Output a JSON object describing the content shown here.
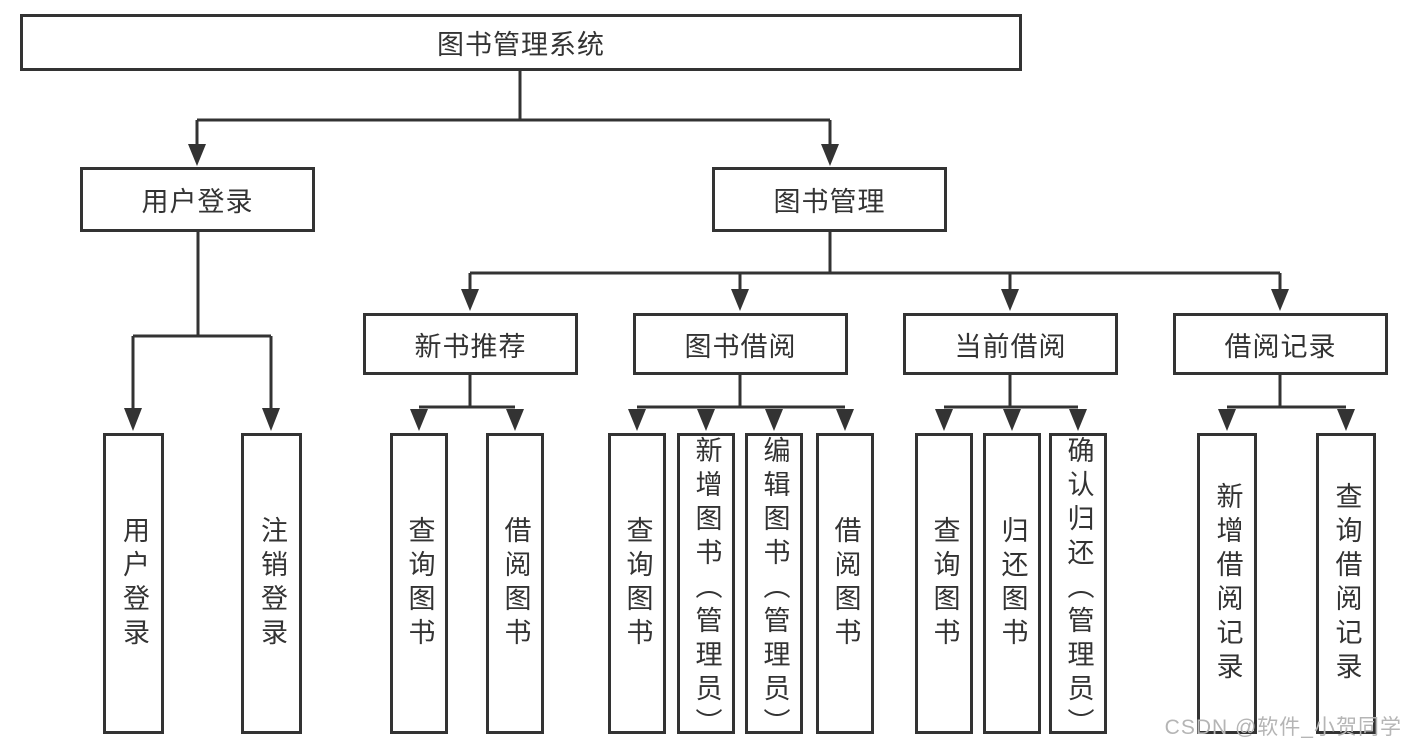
{
  "diagram": {
    "root": {
      "label": "图书管理系统"
    },
    "level2": [
      {
        "label": "用户登录"
      },
      {
        "label": "图书管理"
      }
    ],
    "level3": [
      {
        "label": "新书推荐",
        "parent": "图书管理"
      },
      {
        "label": "图书借阅",
        "parent": "图书管理"
      },
      {
        "label": "当前借阅",
        "parent": "图书管理"
      },
      {
        "label": "借阅记录",
        "parent": "图书管理"
      }
    ],
    "leaves": [
      {
        "label": "用户登录",
        "parent": "用户登录"
      },
      {
        "label": "注销登录",
        "parent": "用户登录"
      },
      {
        "label": "查询图书",
        "parent": "新书推荐"
      },
      {
        "label": "借阅图书",
        "parent": "新书推荐"
      },
      {
        "label": "查询图书",
        "parent": "图书借阅"
      },
      {
        "label": "新增图书（管理员）",
        "parent": "图书借阅"
      },
      {
        "label": "编辑图书（管理员）",
        "parent": "图书借阅"
      },
      {
        "label": "借阅图书",
        "parent": "图书借阅"
      },
      {
        "label": "查询图书",
        "parent": "当前借阅"
      },
      {
        "label": "归还图书",
        "parent": "当前借阅"
      },
      {
        "label": "确认归还（管理员）",
        "parent": "当前借阅"
      },
      {
        "label": "新增借阅记录",
        "parent": "借阅记录"
      },
      {
        "label": "查询借阅记录",
        "parent": "借阅记录"
      }
    ]
  },
  "watermark": {
    "text": "CSDN @软件_小贺同学"
  },
  "colors": {
    "line": "#333333",
    "text": "#333333",
    "box_background": "#ffffff",
    "watermark": "#b5b5b5",
    "background": "#ffffff"
  }
}
